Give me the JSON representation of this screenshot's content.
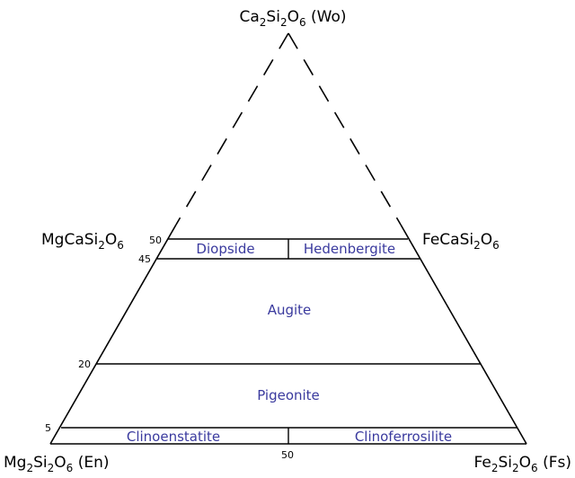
{
  "diagram": {
    "vertices": {
      "top": {
        "base": "Ca",
        "n1": "2",
        "mid": "Si",
        "n2": "2",
        "o": "O",
        "n3": "6",
        "tail": " (Wo)"
      },
      "left": {
        "base": "Mg",
        "n1": "2",
        "mid": "Si",
        "n2": "2",
        "o": "O",
        "n3": "6",
        "tail": " (En)"
      },
      "right": {
        "base": "Fe",
        "n1": "2",
        "mid": "Si",
        "n2": "2",
        "o": "O",
        "n3": "6",
        "tail": " (Fs)"
      }
    },
    "edge_labels": {
      "left": {
        "base": "MgCaSi",
        "n1": "2",
        "o": "O",
        "n2": "6"
      },
      "right": {
        "base": "FeCaSi",
        "n1": "2",
        "o": "O",
        "n2": "6"
      }
    },
    "ticks": [
      "50",
      "45",
      "20",
      "5",
      "50"
    ],
    "regions": {
      "diopside": "Diopside",
      "hedenbergite": "Hedenbergite",
      "augite": "Augite",
      "pigeonite": "Pigeonite",
      "clinoenstatite": "Clinoenstatite",
      "clinoferrosilite": "Clinoferrosilite"
    },
    "colors": {
      "line": "#000000",
      "region_text": "#3a3a9e"
    }
  }
}
